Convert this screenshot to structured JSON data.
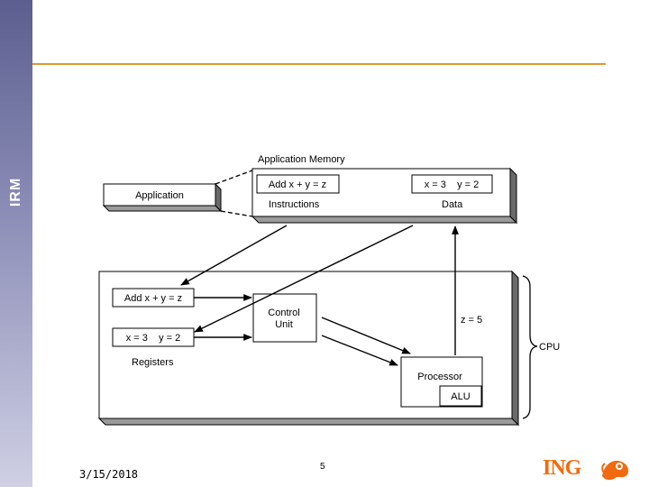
{
  "slide": {
    "side_label": "IRM",
    "footer_date": "3/15/2018",
    "page_number": "5",
    "logo_text": "ING"
  },
  "colors": {
    "sidebar_top": "#5c5e8f",
    "rule": "#e0992e",
    "logo": "#f26a0f"
  },
  "diagram": {
    "application_memory_title": "Application Memory",
    "application_label": "Application",
    "instruction_box": "Add  x + y = z",
    "instructions_label": "Instructions",
    "data_box": "x = 3    y = 2",
    "data_label": "Data",
    "cpu_add_box": "Add  x + y = z",
    "cpu_data_box": "x = 3    y = 2",
    "registers_label": "Registers",
    "control_unit_line1": "Control",
    "control_unit_line2": "Unit",
    "processor_label": "Processor",
    "alu_label": "ALU",
    "result_label": "z = 5",
    "cpu_label": "CPU"
  }
}
